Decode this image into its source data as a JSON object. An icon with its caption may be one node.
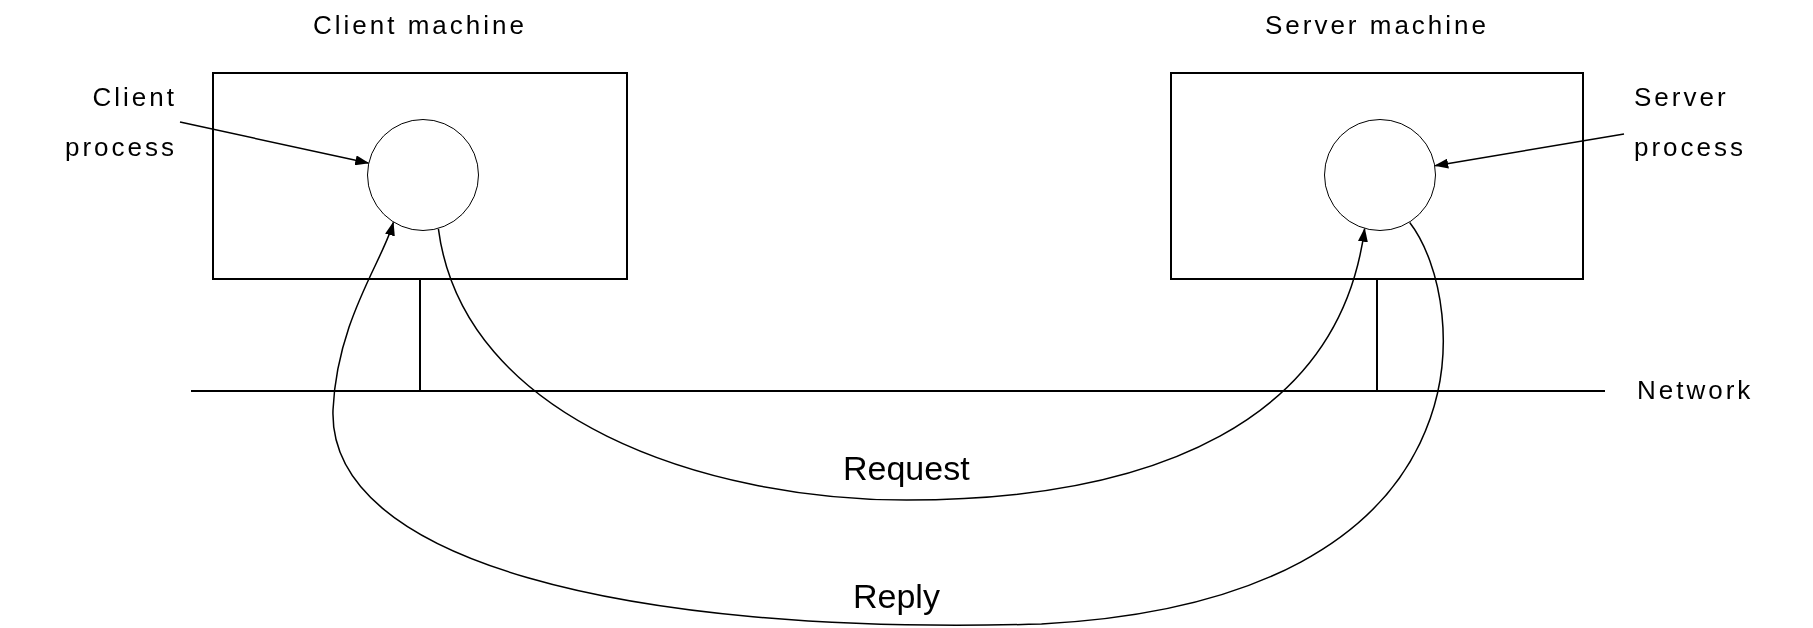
{
  "diagram": {
    "nodes": [
      {
        "text": [
          "Client machine"
        ]
      },
      {
        "text": [],
        "shape": "circle",
        "in": 0
      },
      {
        "text": [
          "Server machine"
        ]
      },
      {
        "text": [],
        "shape": "circle",
        "in": 2
      },
      {
        "text": [
          "Client process"
        ]
      },
      {
        "text": [
          "Server process"
        ]
      },
      {
        "text": [],
        "shape": "bar",
        "beside": [
          "Network"
        ]
      }
    ],
    "edges": [
      {
        "from": 4,
        "to": 1,
        "arrow": "to"
      },
      {
        "from": 5,
        "to": 3,
        "arrow": "to"
      },
      {
        "from": 1,
        "to": 3,
        "arrow": "to",
        "label": "Request"
      },
      {
        "from": 3,
        "to": 1,
        "arrow": "to",
        "label": "Reply"
      },
      {
        "from": 0,
        "to": 6,
        "arrow": "none"
      },
      {
        "from": 2,
        "to": 6,
        "arrow": "none"
      }
    ]
  }
}
